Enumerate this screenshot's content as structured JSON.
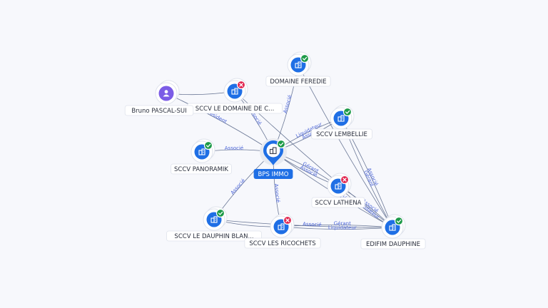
{
  "nodes": [
    {
      "id": "bps",
      "label": "BPS IMMO",
      "kind": "company",
      "status": "ok",
      "main": true
    },
    {
      "id": "feredie",
      "label": "DOMAINE FEREDIE",
      "kind": "company",
      "status": "ok"
    },
    {
      "id": "domaine_c",
      "label": "SCCV LE DOMAINE DE C...",
      "kind": "company",
      "status": "ko"
    },
    {
      "id": "bruno",
      "label": "Bruno PASCAL-SUI",
      "kind": "person",
      "status": null
    },
    {
      "id": "lembellie",
      "label": "SCCV LEMBELLIE",
      "kind": "company",
      "status": "ok"
    },
    {
      "id": "panoramik",
      "label": "SCCV PANORAMIK",
      "kind": "company",
      "status": "ok"
    },
    {
      "id": "lathena",
      "label": "SCCV LATHENA",
      "kind": "company",
      "status": "ko"
    },
    {
      "id": "dauphin_blanc",
      "label": "SCCV LE DAUPHIN BLAN...",
      "kind": "company",
      "status": "ok"
    },
    {
      "id": "ricochets",
      "label": "SCCV LES RICOCHETS",
      "kind": "company",
      "status": "ko"
    },
    {
      "id": "edifim",
      "label": "EDIFIM DAUPHINE",
      "kind": "company",
      "status": "ok"
    }
  ],
  "edge_labels": {
    "president": "Président",
    "associe": "Associé",
    "gerant": "Gérant",
    "liquidateur": "Liquidateur"
  },
  "colors": {
    "company": "#1f6fe5",
    "person": "#7b5ce6",
    "status_ok": "#1d9a48",
    "status_ko": "#e0244e",
    "edge": "#6b7896",
    "edge_label": "#4a64d8"
  },
  "icons": {
    "company": "building-icon",
    "person": "person-icon",
    "status_ok": "check-icon",
    "status_ko": "close-icon"
  }
}
